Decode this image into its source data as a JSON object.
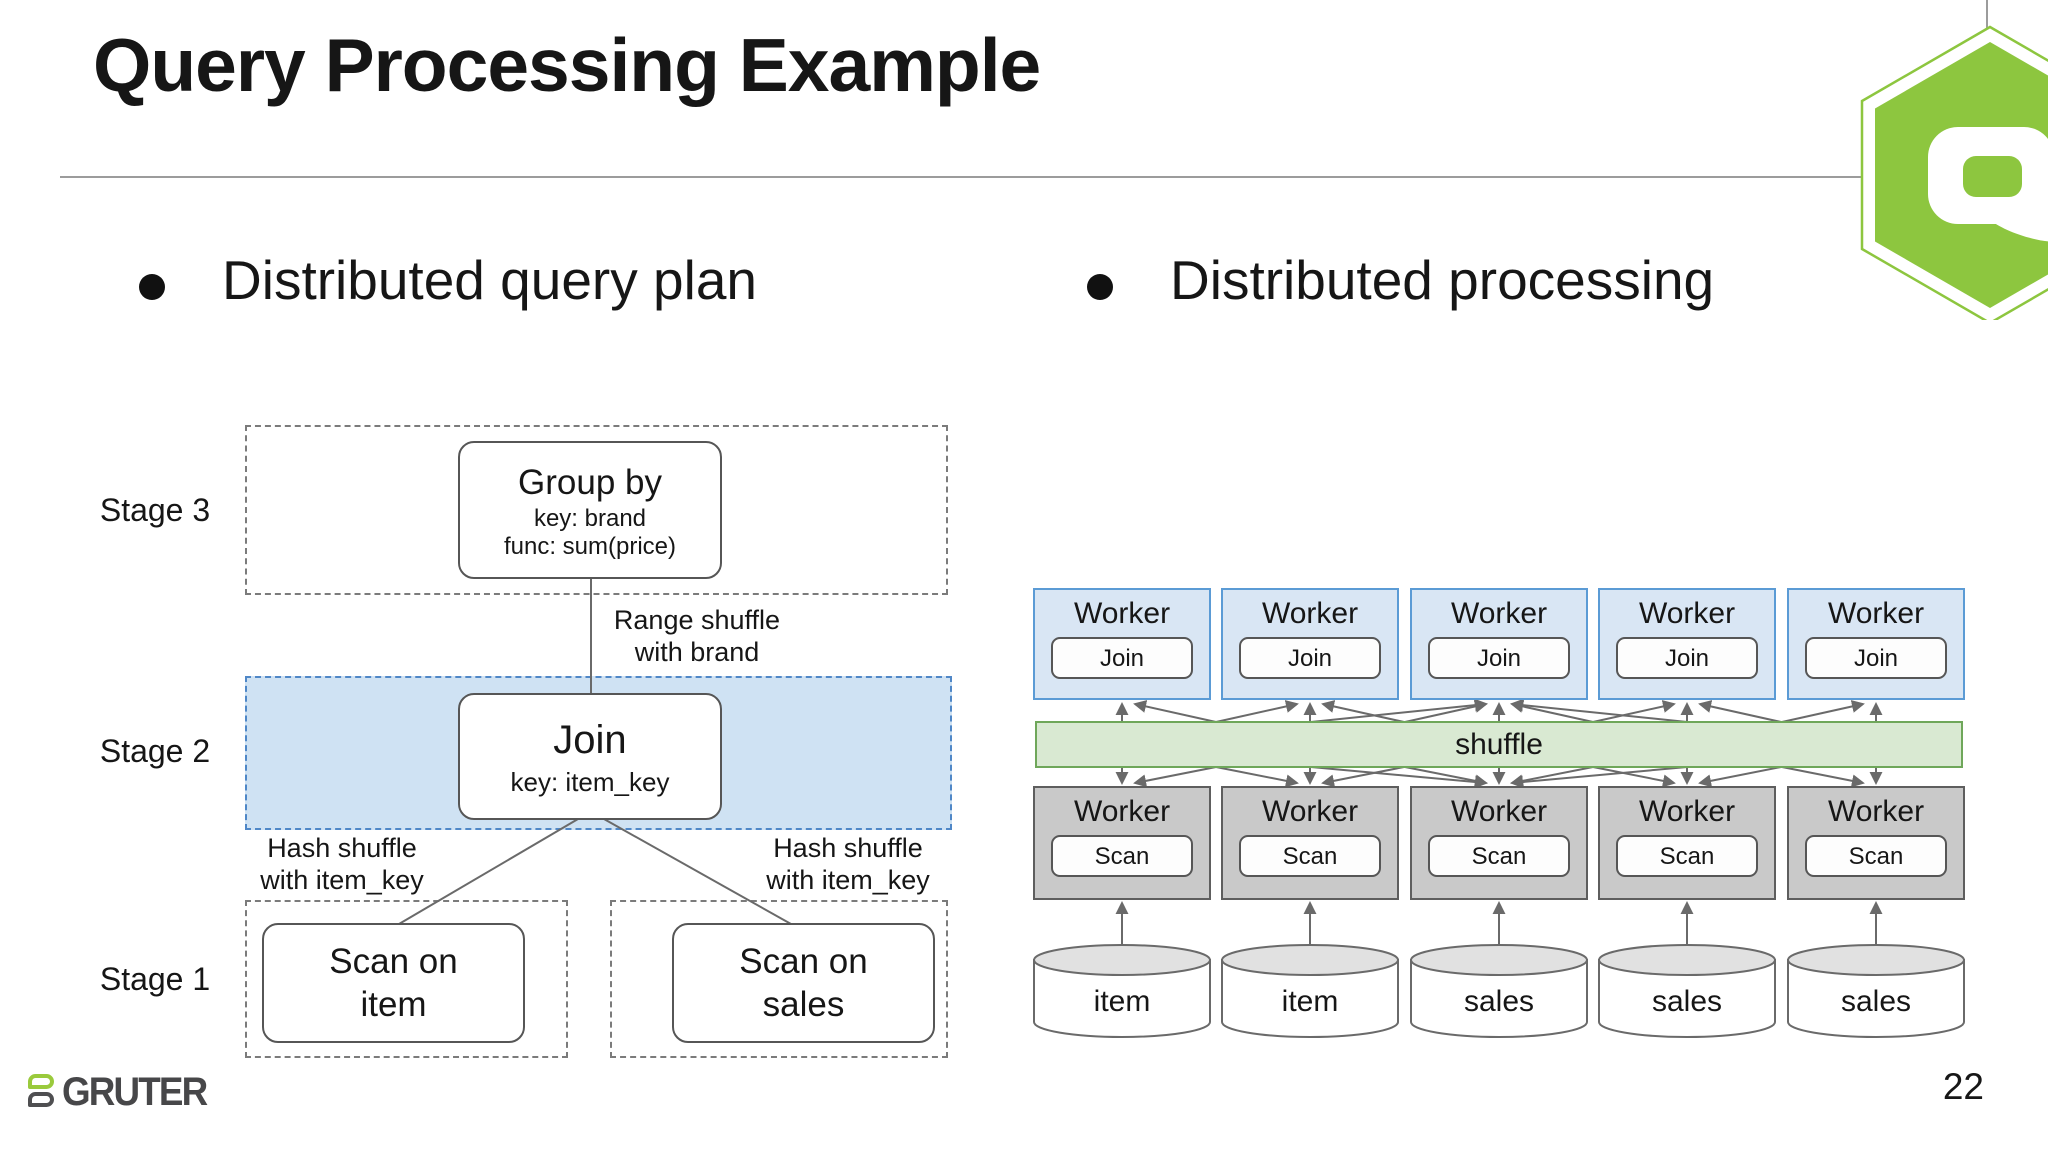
{
  "slide": {
    "title": "Query Processing Example",
    "page_number": "22",
    "logo_text": "GRUTER"
  },
  "bullets": {
    "left": "Distributed query plan",
    "right": "Distributed processing"
  },
  "query_plan": {
    "stage_labels": [
      "Stage 3",
      "Stage 2",
      "Stage 1"
    ],
    "nodes": {
      "group_by": {
        "title": "Group by",
        "key": "key: brand",
        "func": "func: sum(price)"
      },
      "join": {
        "title": "Join",
        "key": "key: item_key"
      },
      "scan_item": {
        "line1": "Scan on",
        "line2": "item"
      },
      "scan_sales": {
        "line1": "Scan on",
        "line2": "sales"
      }
    },
    "edges": {
      "range_shuffle": {
        "line1": "Range shuffle",
        "line2": "with brand"
      },
      "hash_left": {
        "line1": "Hash shuffle",
        "line2": "with item_key"
      },
      "hash_right": {
        "line1": "Hash shuffle",
        "line2": "with item_key"
      }
    }
  },
  "processing": {
    "shuffle_label": "shuffle",
    "join_workers": [
      {
        "title": "Worker",
        "task": "Join"
      },
      {
        "title": "Worker",
        "task": "Join"
      },
      {
        "title": "Worker",
        "task": "Join"
      },
      {
        "title": "Worker",
        "task": "Join"
      },
      {
        "title": "Worker",
        "task": "Join"
      }
    ],
    "scan_workers": [
      {
        "title": "Worker",
        "task": "Scan"
      },
      {
        "title": "Worker",
        "task": "Scan"
      },
      {
        "title": "Worker",
        "task": "Scan"
      },
      {
        "title": "Worker",
        "task": "Scan"
      },
      {
        "title": "Worker",
        "task": "Scan"
      }
    ],
    "tables": [
      {
        "name": "item"
      },
      {
        "name": "item"
      },
      {
        "name": "sales"
      },
      {
        "name": "sales"
      },
      {
        "name": "sales"
      }
    ]
  },
  "colors": {
    "brand_green": "#8dc63f",
    "stage2_fill": "#cfe2f3",
    "stage2_border": "#4f87c7",
    "worker_blue_fill": "#d9e6f4",
    "worker_blue_border": "#5b9bd5",
    "worker_gray_fill": "#c9c9c9",
    "shuffle_fill": "#d9e9d2",
    "shuffle_border": "#6fa75a",
    "arrow_gray": "#6a6a6a"
  }
}
